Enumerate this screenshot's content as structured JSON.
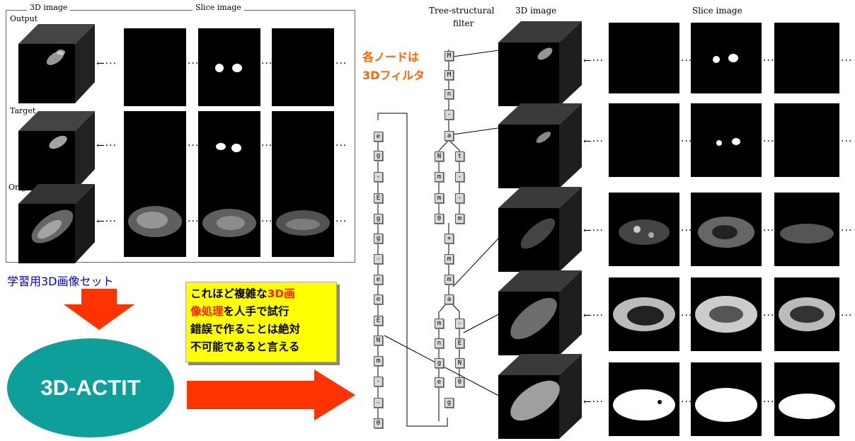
{
  "left_panel": {
    "header_3d": "3D image",
    "header_slice": "Slice image",
    "rows": [
      {
        "label": "Output"
      },
      {
        "label": "Target"
      },
      {
        "label": "Original"
      }
    ]
  },
  "training_set_label": "学習用3D画像セット",
  "actit_label": "3D-ACTIT",
  "callout": {
    "part1": "これほど複雑な",
    "highlight1": "3D画",
    "highlight2": "像処理",
    "part2": "を人手で試行",
    "line3": "錯誤で作ることは絶対",
    "line4": "不可能であると言える"
  },
  "node_note": {
    "line1": "各ノードは",
    "line2": "3Dフィルタ"
  },
  "right_panel": {
    "header_tree": "Tree-structural",
    "header_tree2": "filter",
    "header_3d": "3D image",
    "header_slice": "Slice image"
  },
  "tree": {
    "main_chain": [
      "M",
      "M",
      "n",
      "-",
      "a"
    ],
    "branch_a_left": [
      "N",
      "m",
      "m",
      "0"
    ],
    "branch_a_right": [
      "t",
      "-",
      "-",
      "m",
      "+",
      "m",
      "m",
      "a"
    ],
    "branch_b_left": [
      "m",
      "n",
      "g",
      "e",
      "g"
    ],
    "branch_b_right": [
      "-",
      "E",
      "N",
      "0"
    ],
    "left_chain": [
      "e",
      "g",
      "-",
      "E",
      "g",
      "g",
      "-",
      "e",
      "e",
      "E",
      "N",
      "m",
      "-",
      "-",
      "0"
    ]
  },
  "colors": {
    "accent_orange": "#ff6600",
    "arrow_red": "#ff3300",
    "ellipse_teal": "#0e9f9a",
    "callout_yellow": "#ffff00",
    "highlight_red": "#ff2200",
    "blue_text": "#0000cc"
  }
}
